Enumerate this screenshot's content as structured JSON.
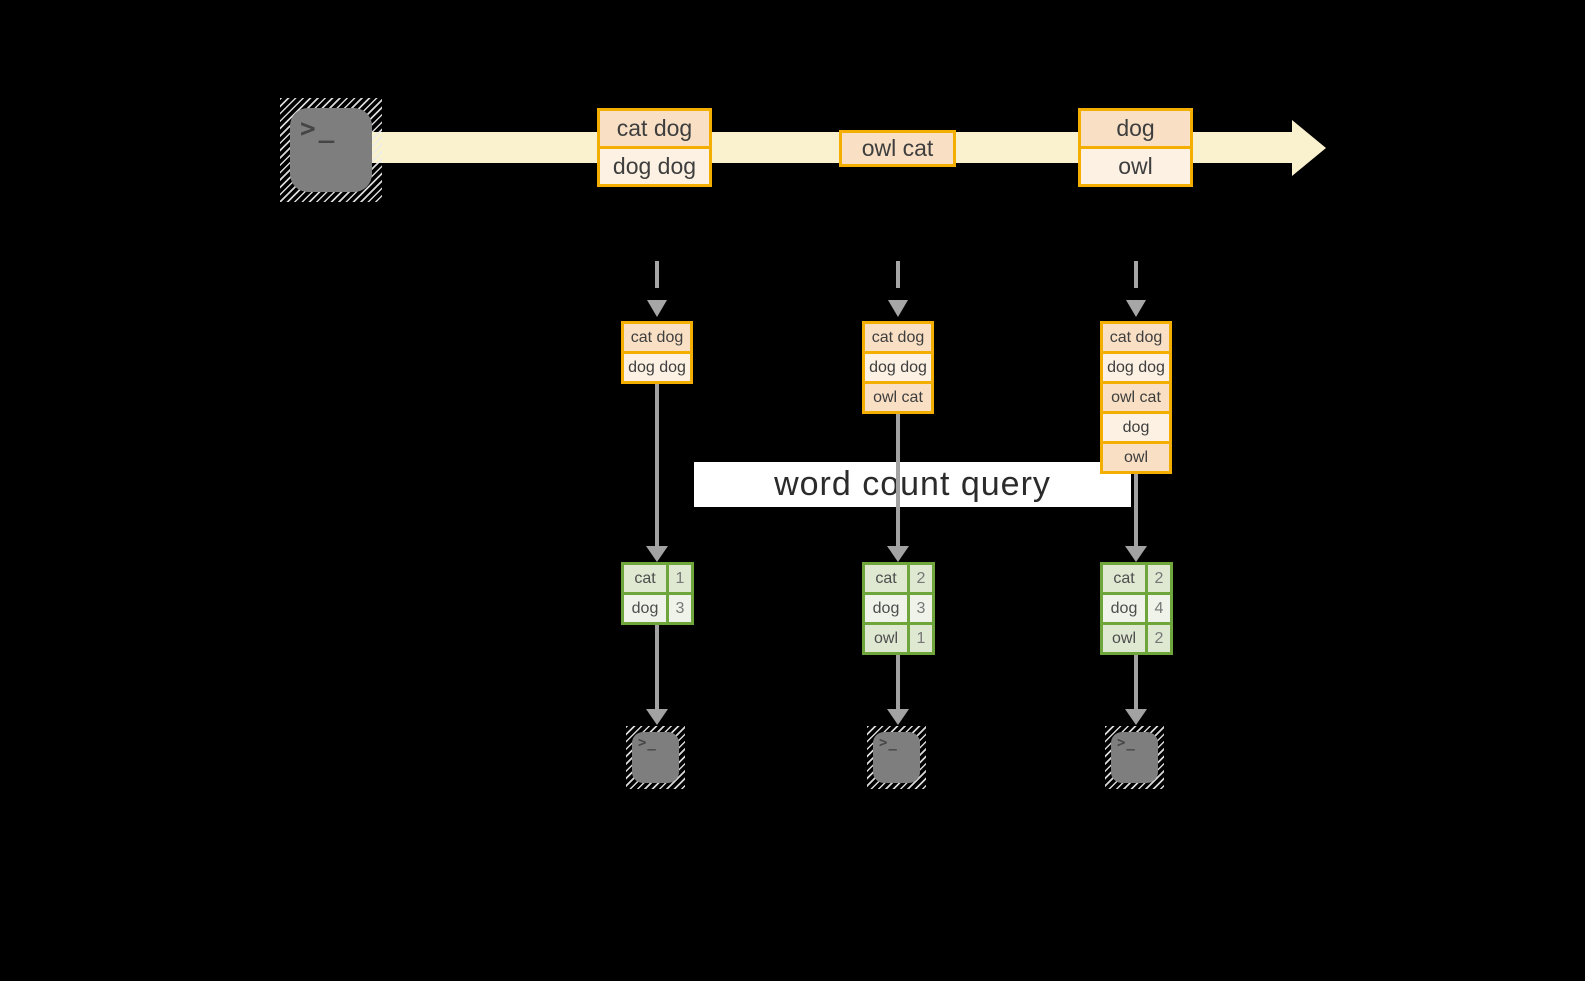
{
  "title": "streaming word count diagram",
  "colors": {
    "background": "#000000",
    "stream_fill": "#FAF1CE",
    "event_border": "#F3AE00",
    "event_fill_dark": "#F9E0C5",
    "event_fill_light": "#FCF1E2",
    "count_border": "#6EA63C",
    "count_fill_dark": "#DFE9D2",
    "count_fill_light": "#EFF3E9",
    "connector_gray": "#A6A6A6",
    "terminal_gray": "#7E7E7E",
    "query_box_fill": "#FFFFFF"
  },
  "icons": {
    "terminal_prompt": ">_"
  },
  "query_label": "word count query",
  "stream": {
    "events": [
      {
        "lines": [
          "cat dog",
          "dog dog"
        ]
      },
      {
        "lines": [
          "owl cat"
        ]
      },
      {
        "lines": [
          "dog",
          "owl"
        ]
      }
    ]
  },
  "columns": [
    {
      "buffer": [
        "cat dog",
        "dog dog"
      ],
      "counts": [
        {
          "word": "cat",
          "count": "1"
        },
        {
          "word": "dog",
          "count": "3"
        }
      ]
    },
    {
      "buffer": [
        "cat dog",
        "dog dog",
        "owl cat"
      ],
      "counts": [
        {
          "word": "cat",
          "count": "2"
        },
        {
          "word": "dog",
          "count": "3"
        },
        {
          "word": "owl",
          "count": "1"
        }
      ]
    },
    {
      "buffer": [
        "cat dog",
        "dog dog",
        "owl cat",
        "dog",
        "owl"
      ],
      "counts": [
        {
          "word": "cat",
          "count": "2"
        },
        {
          "word": "dog",
          "count": "4"
        },
        {
          "word": "owl",
          "count": "2"
        }
      ]
    }
  ]
}
